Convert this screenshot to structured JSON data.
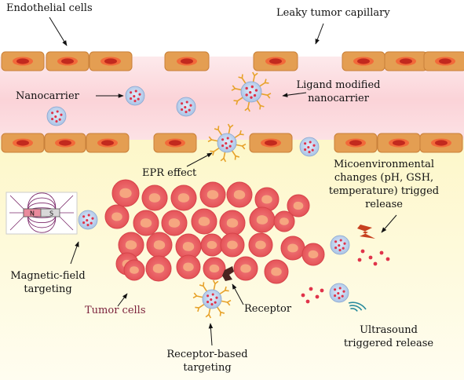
{
  "labels": {
    "endothelial_cells": "Endothelial cells",
    "leaky_capillary": "Leaky tumor capillary",
    "nanocarrier": "Nanocarrier",
    "ligand_modified": [
      "Ligand modified",
      "nanocarrier"
    ],
    "epr_effect": "EPR effect",
    "microenvironmental": [
      "Micoenvironmental",
      "changes (pH, GSH,",
      "temperature) trigged",
      "release"
    ],
    "magnetic_field": [
      "Magnetic-field",
      "targeting"
    ],
    "tumor_cells": "Tumor cells",
    "receptor": "Receptor",
    "receptor_based": [
      "Receptor-based",
      "targeting"
    ],
    "ultrasound": [
      "Ultrasound",
      "triggered release"
    ]
  },
  "magnet": {
    "north": "N",
    "south": "S"
  },
  "colors": {
    "capillary_lumen": "#fbd9dd",
    "tissue": "#fffbd6",
    "endothelial_cell": "#e49e52",
    "endothelial_nucleus": "#c22a1e",
    "tumor_cell": "#e8585d",
    "tumor_nucleus": "#f6a680",
    "nanocarrier_fill": "#c7d9f1",
    "nanocarrier_dot": "#e0334a",
    "ligand": "#e7a22a",
    "lightning": "#c7401f",
    "ultrasound_wave": "#2a8c9e",
    "tumor_label": "#7a1f3a"
  },
  "icons": [
    "magnet-icon",
    "lightning-icon",
    "ultrasound-wave-icon",
    "receptor-icon",
    "arrow-icon"
  ]
}
